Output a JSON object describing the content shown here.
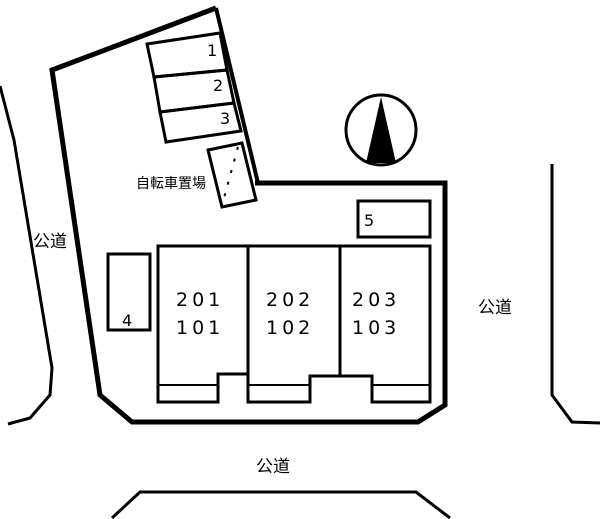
{
  "roads": {
    "left": "公道",
    "right": "公道",
    "bottom": "公道"
  },
  "parking": {
    "slot1": "1",
    "slot2": "2",
    "slot3": "3",
    "slot4": "4",
    "slot5": "5"
  },
  "bicycle_parking": "自転車置場",
  "units": [
    {
      "upper": "201",
      "lower": "101"
    },
    {
      "upper": "202",
      "lower": "102"
    },
    {
      "upper": "203",
      "lower": "103"
    }
  ],
  "compass": {
    "icon": "north-arrow-icon"
  }
}
